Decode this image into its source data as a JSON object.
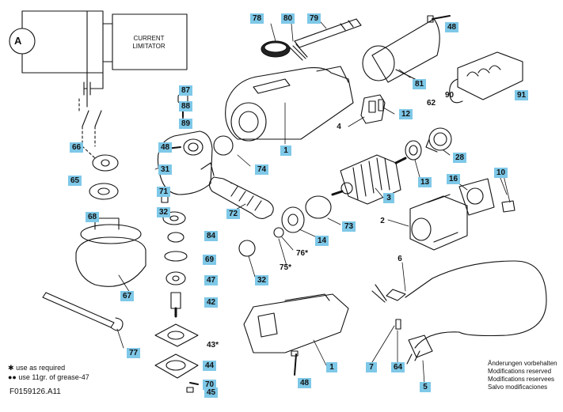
{
  "figure_code": "F0159126.A11",
  "legend": {
    "as_required": "use as required",
    "grease": "use 11gr. of grease-47"
  },
  "schematic": {
    "motor_label": "A",
    "limiter_line1": "CURRENT",
    "limiter_line2": "LIMITATOR"
  },
  "notes": [
    "Änderungen vorbehalten",
    "Modifications reserved",
    "Modifications reservees",
    "Salvo modificaciones"
  ],
  "callouts": [
    {
      "id": "78",
      "style": "box"
    },
    {
      "id": "80",
      "style": "box"
    },
    {
      "id": "79",
      "style": "box"
    },
    {
      "id": "48",
      "style": "box"
    },
    {
      "id": "81",
      "style": "box"
    },
    {
      "id": "90",
      "style": "plain"
    },
    {
      "id": "62",
      "style": "plain"
    },
    {
      "id": "91",
      "style": "box"
    },
    {
      "id": "87",
      "style": "box"
    },
    {
      "id": "88",
      "style": "box"
    },
    {
      "id": "89",
      "style": "box"
    },
    {
      "id": "1",
      "style": "box"
    },
    {
      "id": "4",
      "style": "plain"
    },
    {
      "id": "12",
      "style": "box"
    },
    {
      "id": "66",
      "style": "box"
    },
    {
      "id": "48",
      "style": "box"
    },
    {
      "id": "74",
      "style": "box"
    },
    {
      "id": "28",
      "style": "box"
    },
    {
      "id": "31",
      "style": "box"
    },
    {
      "id": "10",
      "style": "box"
    },
    {
      "id": "65",
      "style": "box"
    },
    {
      "id": "71",
      "style": "box"
    },
    {
      "id": "16",
      "style": "box"
    },
    {
      "id": "13",
      "style": "box"
    },
    {
      "id": "3",
      "style": "box"
    },
    {
      "id": "72",
      "style": "box"
    },
    {
      "id": "32",
      "style": "box"
    },
    {
      "id": "68",
      "style": "box"
    },
    {
      "id": "73",
      "style": "box"
    },
    {
      "id": "2",
      "style": "plain"
    },
    {
      "id": "84",
      "style": "box"
    },
    {
      "id": "14",
      "style": "box"
    },
    {
      "id": "69",
      "style": "box"
    },
    {
      "id": "76*",
      "style": "plain"
    },
    {
      "id": "6",
      "style": "plain"
    },
    {
      "id": "75*",
      "style": "plain"
    },
    {
      "id": "47",
      "style": "box"
    },
    {
      "id": "32",
      "style": "box"
    },
    {
      "id": "67",
      "style": "box"
    },
    {
      "id": "42",
      "style": "box"
    },
    {
      "id": "77",
      "style": "box"
    },
    {
      "id": "43*",
      "style": "plain"
    },
    {
      "id": "44",
      "style": "box"
    },
    {
      "id": "1",
      "style": "box"
    },
    {
      "id": "7",
      "style": "box"
    },
    {
      "id": "64",
      "style": "box"
    },
    {
      "id": "70",
      "style": "box"
    },
    {
      "id": "45",
      "style": "box"
    },
    {
      "id": "48",
      "style": "box"
    },
    {
      "id": "5",
      "style": "box"
    }
  ]
}
